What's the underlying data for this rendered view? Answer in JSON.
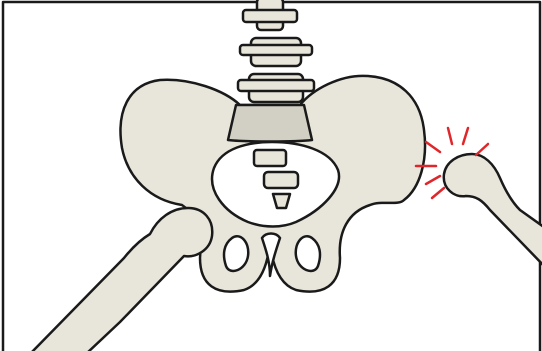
{
  "illustration": {
    "subject": "dislocated-hip",
    "affected_side": "right-of-image",
    "colors": {
      "bone": "#e8e5da",
      "bone_shadow": "#d2cfc4",
      "outline": "#1a1a1a",
      "background": "#ffffff",
      "pain_marks": "#e0262a"
    },
    "parts": [
      "frame-border",
      "lumbar-vertebrae",
      "pelvis",
      "sacrum",
      "left-femur",
      "right-femur-dislocated",
      "pain-indicator"
    ]
  }
}
